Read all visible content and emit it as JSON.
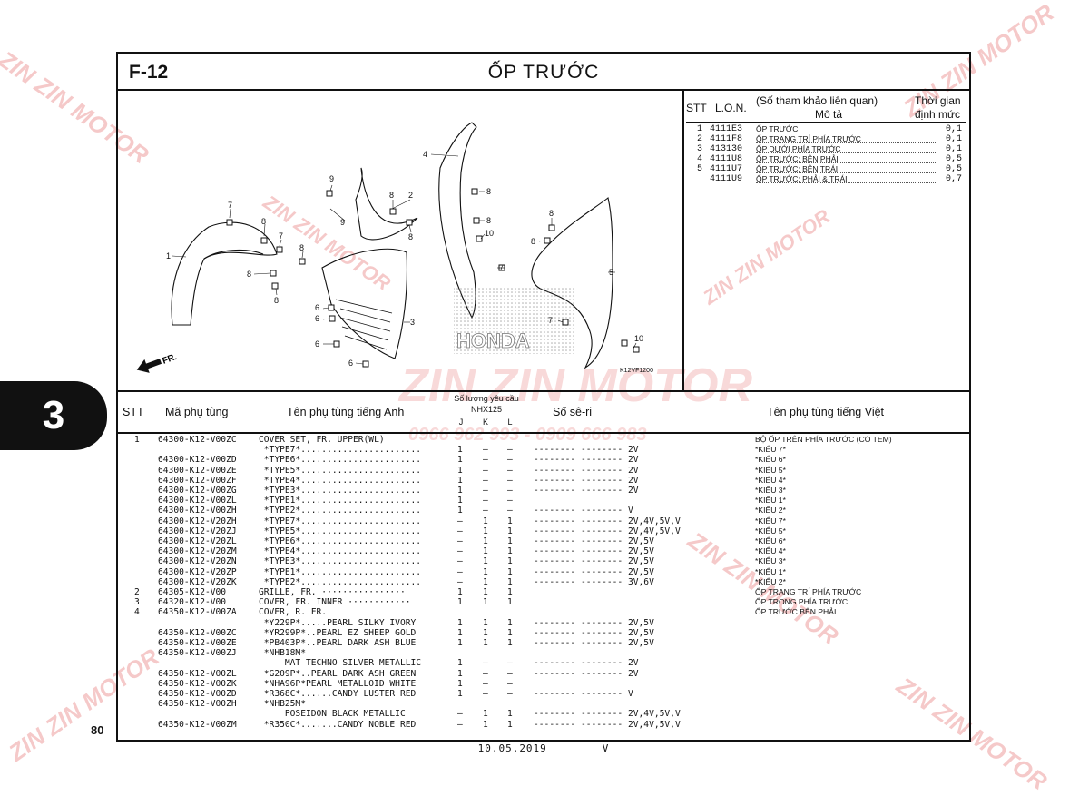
{
  "header": {
    "code": "F-12",
    "title": "ỐP TRƯỚC"
  },
  "side_tab": "3",
  "page_number": "80",
  "footer": {
    "date": "10.05.2019",
    "mark": "V"
  },
  "watermark": {
    "brand": "ZIN ZIN MOTOR",
    "phone": "0966 962 993 - 0909 666 983"
  },
  "diagram": {
    "fr_label": "FR.",
    "image_code": "K12VF1200",
    "callouts": [
      {
        "n": "1"
      },
      {
        "n": "2"
      },
      {
        "n": "3"
      },
      {
        "n": "4"
      },
      {
        "n": "5"
      },
      {
        "n": "6"
      },
      {
        "n": "6"
      },
      {
        "n": "6"
      },
      {
        "n": "6"
      },
      {
        "n": "7"
      },
      {
        "n": "7"
      },
      {
        "n": "7"
      },
      {
        "n": "7"
      },
      {
        "n": "8"
      },
      {
        "n": "8"
      },
      {
        "n": "8"
      },
      {
        "n": "8"
      },
      {
        "n": "8"
      },
      {
        "n": "8"
      },
      {
        "n": "8"
      },
      {
        "n": "8"
      },
      {
        "n": "8"
      },
      {
        "n": "8"
      },
      {
        "n": "9"
      },
      {
        "n": "9"
      },
      {
        "n": "10"
      },
      {
        "n": "10"
      }
    ],
    "brand_text": "HONDA"
  },
  "ref_table": {
    "headers": {
      "stt": "STT",
      "lon": "L.O.N.",
      "desc_line1": "(Số tham khảo liên quan)",
      "desc_line2": "Mô tả",
      "time_line1": "Thời gian",
      "time_line2": "định mức"
    },
    "rows": [
      {
        "stt": "1",
        "lon": "4111E3",
        "name": "ỐP TRƯỚC",
        "time": "0,1"
      },
      {
        "stt": "2",
        "lon": "4111F8",
        "name": "ỐP TRANG TRÍ PHÍA TRƯỚC",
        "time": "0,1"
      },
      {
        "stt": "3",
        "lon": "413130",
        "name": "ỐP DƯỚI PHÍA TRƯỚC",
        "time": "0,1"
      },
      {
        "stt": "4",
        "lon": "4111U8",
        "name": "ỐP TRƯỚC: BÊN PHẢI",
        "time": "0,5"
      },
      {
        "stt": "5",
        "lon": "4111U7",
        "name": "ỐP TRƯỚC: BÊN TRÁI",
        "time": "0,5"
      },
      {
        "stt": "",
        "lon": "4111U9",
        "name": "ỐP TRƯỚC: PHẢI & TRÁI",
        "time": "0,7"
      }
    ]
  },
  "parts_table": {
    "headers": {
      "stt": "STT",
      "part_no": "Mã phụ tùng",
      "name_en": "Tên phụ tùng tiếng Anh",
      "qty_title": "Số lượng yêu cầu",
      "model": "NHX125",
      "j": "J",
      "k": "K",
      "l": "L",
      "serial": "Số sê-ri",
      "name_vn": "Tên phụ tùng tiếng Việt"
    },
    "rows": [
      {
        "stt": "1",
        "part": "64300-K12-V00ZC",
        "en": "COVER SET, FR. UPPER(WL)",
        "j": "",
        "k": "",
        "l": "",
        "serial": "",
        "vn": "BỘ ỐP TRÊN PHÍA TRƯỚC (CÓ TEM)"
      },
      {
        "stt": "",
        "part": "",
        "en": " *TYPE7*.......................",
        "j": "1",
        "k": "–",
        "l": "–",
        "serial": "-------- -------- 2V",
        "vn": "*KIỂU 7*"
      },
      {
        "stt": "",
        "part": "64300-K12-V00ZD",
        "en": " *TYPE6*.......................",
        "j": "1",
        "k": "–",
        "l": "–",
        "serial": "-------- -------- 2V",
        "vn": "*KIỂU 6*"
      },
      {
        "stt": "",
        "part": "64300-K12-V00ZE",
        "en": " *TYPE5*.......................",
        "j": "1",
        "k": "–",
        "l": "–",
        "serial": "-------- -------- 2V",
        "vn": "*KIỂU 5*"
      },
      {
        "stt": "",
        "part": "64300-K12-V00ZF",
        "en": " *TYPE4*.......................",
        "j": "1",
        "k": "–",
        "l": "–",
        "serial": "-------- -------- 2V",
        "vn": "*KIỂU 4*"
      },
      {
        "stt": "",
        "part": "64300-K12-V00ZG",
        "en": " *TYPE3*.......................",
        "j": "1",
        "k": "–",
        "l": "–",
        "serial": "-------- -------- 2V",
        "vn": "*KIỂU 3*"
      },
      {
        "stt": "",
        "part": "64300-K12-V00ZL",
        "en": " *TYPE1*.......................",
        "j": "1",
        "k": "–",
        "l": "–",
        "serial": "",
        "vn": "*KIỂU 1*"
      },
      {
        "stt": "",
        "part": "64300-K12-V00ZH",
        "en": " *TYPE2*.......................",
        "j": "1",
        "k": "–",
        "l": "–",
        "serial": "-------- -------- V",
        "vn": "*KIỂU 2*"
      },
      {
        "stt": "",
        "part": "64300-K12-V20ZH",
        "en": " *TYPE7*.......................",
        "j": "–",
        "k": "1",
        "l": "1",
        "serial": "-------- -------- 2V,4V,5V,V",
        "vn": "*KIỂU 7*"
      },
      {
        "stt": "",
        "part": "64300-K12-V20ZJ",
        "en": " *TYPE5*.......................",
        "j": "–",
        "k": "1",
        "l": "1",
        "serial": "-------- -------- 2V,4V,5V,V",
        "vn": "*KIỂU 5*"
      },
      {
        "stt": "",
        "part": "64300-K12-V20ZL",
        "en": " *TYPE6*.......................",
        "j": "–",
        "k": "1",
        "l": "1",
        "serial": "-------- -------- 2V,5V",
        "vn": "*KIỂU 6*"
      },
      {
        "stt": "",
        "part": "64300-K12-V20ZM",
        "en": " *TYPE4*.......................",
        "j": "–",
        "k": "1",
        "l": "1",
        "serial": "-------- -------- 2V,5V",
        "vn": "*KIỂU 4*"
      },
      {
        "stt": "",
        "part": "64300-K12-V20ZN",
        "en": " *TYPE3*.......................",
        "j": "–",
        "k": "1",
        "l": "1",
        "serial": "-------- -------- 2V,5V",
        "vn": "*KIỂU 3*"
      },
      {
        "stt": "",
        "part": "64300-K12-V20ZP",
        "en": " *TYPE1*.......................",
        "j": "–",
        "k": "1",
        "l": "1",
        "serial": "-------- -------- 2V,5V",
        "vn": "*KIỂU 1*"
      },
      {
        "stt": "",
        "part": "64300-K12-V20ZK",
        "en": " *TYPE2*.......................",
        "j": "–",
        "k": "1",
        "l": "1",
        "serial": "-------- -------- 3V,6V",
        "vn": "*KIỂU 2*"
      },
      {
        "stt": "2",
        "part": "64305-K12-V00",
        "en": "GRILLE, FR. ················",
        "j": "1",
        "k": "1",
        "l": "1",
        "serial": "",
        "vn": "ỐP TRANG TRÍ PHÍA TRƯỚC"
      },
      {
        "stt": "3",
        "part": "64320-K12-V00",
        "en": "COVER, FR. INNER ············",
        "j": "1",
        "k": "1",
        "l": "1",
        "serial": "",
        "vn": "ỐP TRONG PHÍA TRƯỚC"
      },
      {
        "stt": "4",
        "part": "64350-K12-V00ZA",
        "en": "COVER, R. FR.",
        "j": "",
        "k": "",
        "l": "",
        "serial": "",
        "vn": "ỐP TRƯỚC BÊN PHẢI"
      },
      {
        "stt": "",
        "part": "",
        "en": " *Y229P*.....PEARL SILKY IVORY",
        "j": "1",
        "k": "1",
        "l": "1",
        "serial": "-------- -------- 2V,5V",
        "vn": ""
      },
      {
        "stt": "",
        "part": "64350-K12-V00ZC",
        "en": " *YR299P*..PEARL EZ SHEEP GOLD",
        "j": "1",
        "k": "1",
        "l": "1",
        "serial": "-------- -------- 2V,5V",
        "vn": ""
      },
      {
        "stt": "",
        "part": "64350-K12-V00ZE",
        "en": " *PB403P*..PEARL DARK ASH BLUE",
        "j": "1",
        "k": "1",
        "l": "1",
        "serial": "-------- -------- 2V,5V",
        "vn": ""
      },
      {
        "stt": "",
        "part": "64350-K12-V00ZJ",
        "en": " *NHB18M*",
        "j": "",
        "k": "",
        "l": "",
        "serial": "",
        "vn": ""
      },
      {
        "stt": "",
        "part": "",
        "en": "     MAT TECHNO SILVER METALLIC",
        "j": "1",
        "k": "–",
        "l": "–",
        "serial": "-------- -------- 2V",
        "vn": ""
      },
      {
        "stt": "",
        "part": "64350-K12-V00ZL",
        "en": " *G209P*..PEARL DARK ASH GREEN",
        "j": "1",
        "k": "–",
        "l": "–",
        "serial": "-------- -------- 2V",
        "vn": ""
      },
      {
        "stt": "",
        "part": "64350-K12-V00ZK",
        "en": " *NHA96P*PEARL METALLOID WHITE",
        "j": "1",
        "k": "–",
        "l": "–",
        "serial": "",
        "vn": ""
      },
      {
        "stt": "",
        "part": "64350-K12-V00ZD",
        "en": " *R368C*......CANDY LUSTER RED",
        "j": "1",
        "k": "–",
        "l": "–",
        "serial": "-------- -------- V",
        "vn": ""
      },
      {
        "stt": "",
        "part": "64350-K12-V00ZH",
        "en": " *NHB25M*",
        "j": "",
        "k": "",
        "l": "",
        "serial": "",
        "vn": ""
      },
      {
        "stt": "",
        "part": "",
        "en": "     POSEIDON BLACK METALLIC",
        "j": "–",
        "k": "1",
        "l": "1",
        "serial": "-------- -------- 2V,4V,5V,V",
        "vn": ""
      },
      {
        "stt": "",
        "part": "64350-K12-V00ZM",
        "en": " *R350C*.......CANDY NOBLE RED",
        "j": "–",
        "k": "1",
        "l": "1",
        "serial": "-------- -------- 2V,4V,5V,V",
        "vn": ""
      }
    ]
  }
}
